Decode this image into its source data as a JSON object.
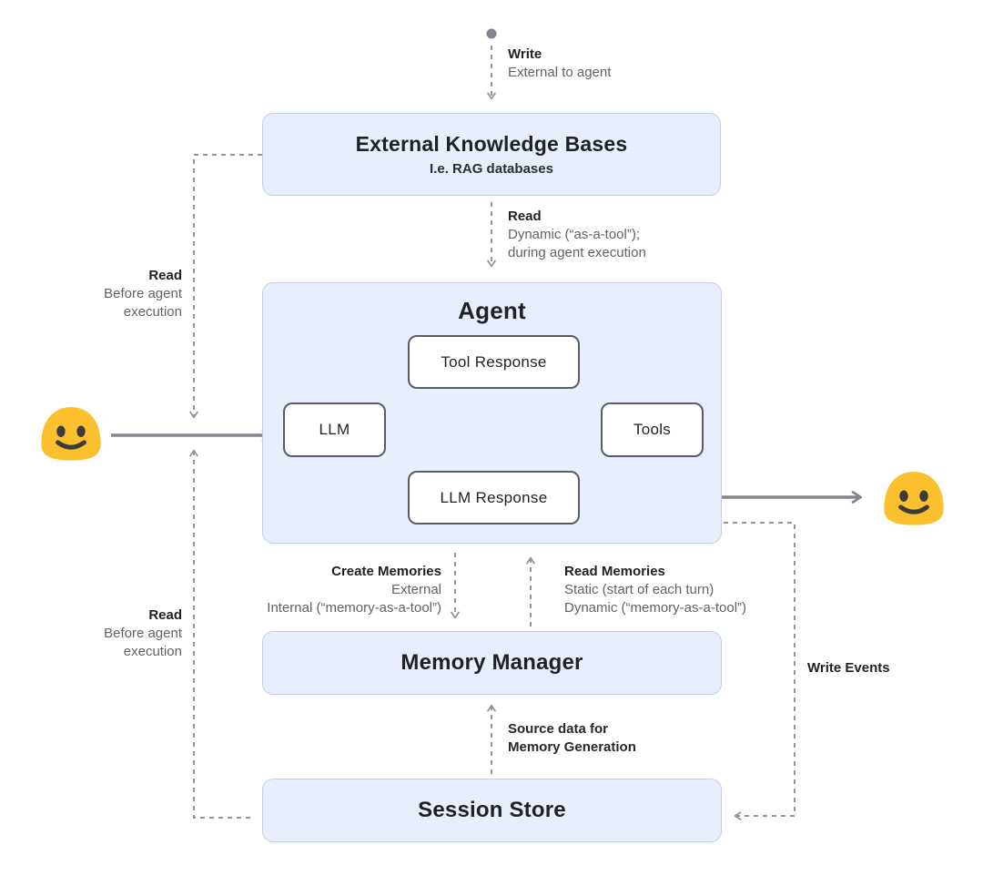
{
  "colors": {
    "panel_fill": "#e8eefb",
    "panel_border": "#c7d0e2",
    "node_border": "#595d62",
    "arrow_solid": "#82878d",
    "arrow_dashed": "#8f959b",
    "text_primary": "#1f2125",
    "text_secondary": "#5f6368",
    "emoji_yellow": "#FBC02D"
  },
  "nodes": {
    "external_kb": {
      "title": "External Knowledge Bases",
      "subtitle": "I.e. RAG databases"
    },
    "agent": {
      "title": "Agent",
      "children": {
        "tool_response": "Tool Response",
        "llm": "LLM",
        "tools": "Tools",
        "llm_response": "LLM Response"
      }
    },
    "memory_manager": {
      "title": "Memory Manager"
    },
    "session_store": {
      "title": "Session Store"
    }
  },
  "edge_labels": {
    "write": {
      "title": "Write",
      "lines": [
        "External to agent"
      ]
    },
    "read_dynamic": {
      "title": "Read",
      "lines": [
        "Dynamic (“as-a-tool”);",
        "during agent execution"
      ]
    },
    "read_before_top": {
      "title": "Read",
      "lines": [
        "Before agent",
        "execution"
      ]
    },
    "read_before_bottom": {
      "title": "Read",
      "lines": [
        "Before agent",
        "execution"
      ]
    },
    "create_memories": {
      "title": "Create Memories",
      "lines": [
        "External",
        "Internal (“memory-as-a-tool”)"
      ]
    },
    "read_memories": {
      "title": "Read Memories",
      "lines": [
        "Static (start of each turn)",
        "Dynamic (“memory-as-a-tool”)"
      ]
    },
    "source_data": {
      "lines": [
        "Source data for",
        "Memory Generation"
      ]
    },
    "write_events": {
      "title": "Write Events"
    }
  },
  "icons": {
    "user_left": "user-blob-emoji",
    "user_right": "user-blob-emoji"
  }
}
